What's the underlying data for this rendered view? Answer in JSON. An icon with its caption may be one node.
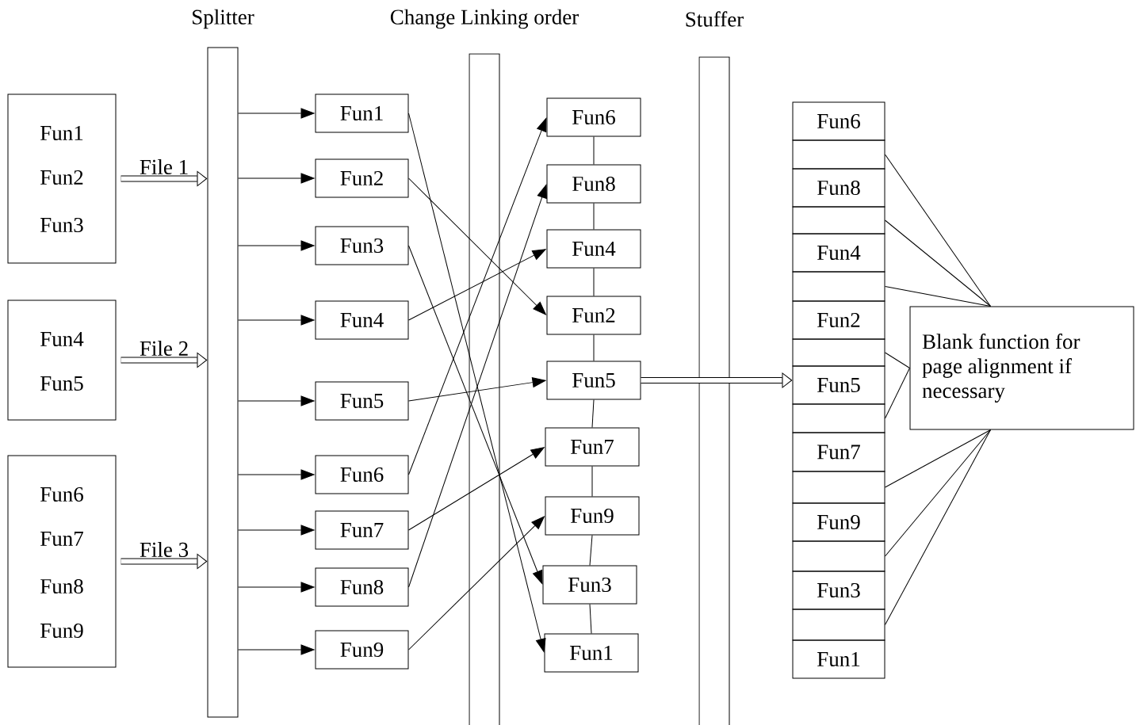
{
  "diagram": {
    "nodes": [
      {
        "text": [
          "Fun1",
          "Fun2",
          "Fun3"
        ]
      },
      {
        "text": [
          "Fun4",
          "Fun5"
        ]
      },
      {
        "text": [
          "Fun6",
          "Fun7",
          "Fun8",
          "Fun9"
        ]
      },
      {
        "text": [
          "Splitter"
        ]
      },
      {
        "text": [
          "Fun1"
        ]
      },
      {
        "text": [
          "Fun2"
        ]
      },
      {
        "text": [
          "Fun3"
        ]
      },
      {
        "text": [
          "Fun4"
        ]
      },
      {
        "text": [
          "Fun5"
        ]
      },
      {
        "text": [
          "Fun6"
        ]
      },
      {
        "text": [
          "Fun7"
        ]
      },
      {
        "text": [
          "Fun8"
        ]
      },
      {
        "text": [
          "Fun9"
        ]
      },
      {
        "text": [
          "Fun6"
        ]
      },
      {
        "text": [
          "Fun8"
        ]
      },
      {
        "text": [
          "Fun4"
        ]
      },
      {
        "text": [
          "Fun2"
        ]
      },
      {
        "text": [
          "Fun5"
        ]
      },
      {
        "text": [
          "Fun7"
        ]
      },
      {
        "text": [
          "Fun9"
        ]
      },
      {
        "text": [
          "Fun3"
        ]
      },
      {
        "text": [
          "Fun1"
        ]
      },
      {
        "text": [
          "Fun6"
        ]
      },
      {
        "text": [],
        "shape": "box"
      },
      {
        "text": [
          "Fun8"
        ]
      },
      {
        "text": [],
        "shape": "box"
      },
      {
        "text": [
          "Fun4"
        ]
      },
      {
        "text": [],
        "shape": "box"
      },
      {
        "text": [
          "Fun2"
        ]
      },
      {
        "text": [],
        "shape": "box"
      },
      {
        "text": [
          "Fun5"
        ]
      },
      {
        "text": [],
        "shape": "box"
      },
      {
        "text": [
          "Fun7"
        ]
      },
      {
        "text": [],
        "shape": "box"
      },
      {
        "text": [
          "Fun9"
        ]
      },
      {
        "text": [],
        "shape": "box"
      },
      {
        "text": [
          "Fun3"
        ]
      },
      {
        "text": [],
        "shape": "box"
      },
      {
        "text": [
          "Fun1"
        ]
      },
      {
        "text": [
          "Blank function for page alignment if necessary"
        ]
      }
    ],
    "edges": [
      {
        "from": 0,
        "to": 3,
        "arrow": "to",
        "label": "File 1",
        "style": "thick"
      },
      {
        "from": 1,
        "to": 3,
        "arrow": "to",
        "label": "File 2",
        "style": "thick"
      },
      {
        "from": 2,
        "to": 3,
        "arrow": "to",
        "label": "File 3",
        "style": "thick"
      },
      {
        "from": 3,
        "to": 4,
        "arrow": "to"
      },
      {
        "from": 3,
        "to": 5,
        "arrow": "to"
      },
      {
        "from": 3,
        "to": 6,
        "arrow": "to"
      },
      {
        "from": 3,
        "to": 7,
        "arrow": "to"
      },
      {
        "from": 3,
        "to": 8,
        "arrow": "to"
      },
      {
        "from": 3,
        "to": 9,
        "arrow": "to"
      },
      {
        "from": 3,
        "to": 10,
        "arrow": "to"
      },
      {
        "from": 3,
        "to": 11,
        "arrow": "to"
      },
      {
        "from": 3,
        "to": 12,
        "arrow": "to"
      },
      {
        "from": 4,
        "to": 21,
        "arrow": "to"
      },
      {
        "from": 5,
        "to": 16,
        "arrow": "to"
      },
      {
        "from": 6,
        "to": 20,
        "arrow": "to"
      },
      {
        "from": 7,
        "to": 15,
        "arrow": "to"
      },
      {
        "from": 8,
        "to": 17,
        "arrow": "to"
      },
      {
        "from": 9,
        "to": 13,
        "arrow": "to"
      },
      {
        "from": 10,
        "to": 18,
        "arrow": "to"
      },
      {
        "from": 11,
        "to": 14,
        "arrow": "to"
      },
      {
        "from": 12,
        "to": 19,
        "arrow": "to"
      },
      {
        "from": 13,
        "to": 14,
        "arrow": "none"
      },
      {
        "from": 14,
        "to": 15,
        "arrow": "none"
      },
      {
        "from": 15,
        "to": 16,
        "arrow": "none"
      },
      {
        "from": 16,
        "to": 17,
        "arrow": "none"
      },
      {
        "from": 17,
        "to": 18,
        "arrow": "none"
      },
      {
        "from": 18,
        "to": 19,
        "arrow": "none"
      },
      {
        "from": 19,
        "to": 20,
        "arrow": "none"
      },
      {
        "from": 20,
        "to": 21,
        "arrow": "none"
      },
      {
        "from": 17,
        "to": 30,
        "arrow": "to",
        "style": "thick"
      },
      {
        "from": 39,
        "to": 23,
        "arrow": "none"
      },
      {
        "from": 39,
        "to": 25,
        "arrow": "none"
      },
      {
        "from": 39,
        "to": 27,
        "arrow": "none"
      },
      {
        "from": 39,
        "to": 29,
        "arrow": "none"
      },
      {
        "from": 39,
        "to": 31,
        "arrow": "none"
      },
      {
        "from": 39,
        "to": 33,
        "arrow": "none"
      },
      {
        "from": 39,
        "to": 35,
        "arrow": "none"
      },
      {
        "from": 39,
        "to": 37,
        "arrow": "none"
      }
    ],
    "labels": [
      "Change Linking order",
      "Stuffer"
    ]
  }
}
